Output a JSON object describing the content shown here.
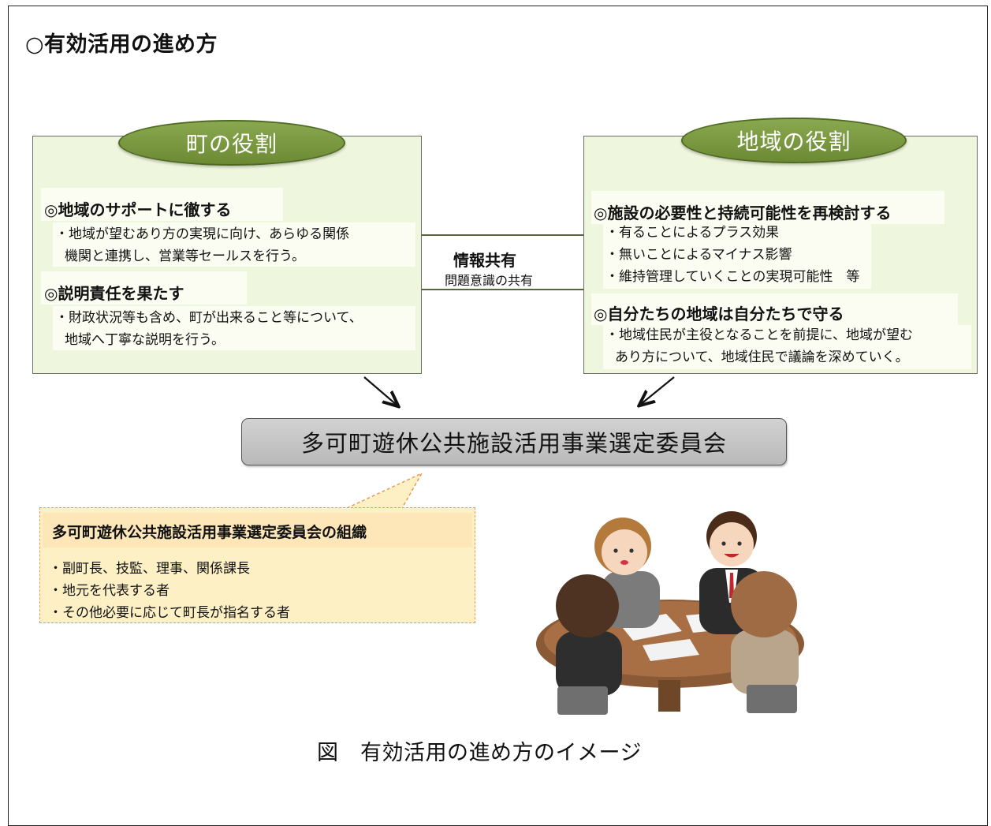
{
  "title": "○有効活用の進め方",
  "town": {
    "label": "町の役割",
    "sections": [
      {
        "heading": "◎地域のサポートに徹する",
        "lines": [
          "・地域が望むあり方の実現に向け、あらゆる関係",
          "機関と連携し、営業等セールスを行う。"
        ]
      },
      {
        "heading": "◎説明責任を果たす",
        "lines": [
          "・財政状況等も含め、町が出来ること等について、",
          "地域へ丁寧な説明を行う。"
        ]
      }
    ]
  },
  "region": {
    "label": "地域の役割",
    "sections": [
      {
        "heading": "◎施設の必要性と持続可能性を再検討する",
        "lines": [
          "・有ることによるプラス効果",
          "・無いことによるマイナス影響",
          "・維持管理していくことの実現可能性　等"
        ]
      },
      {
        "heading": "◎自分たちの地域は自分たちで守る",
        "lines": [
          "・地域住民が主役となることを前提に、地域が望む",
          "あり方について、地域住民で議論を深めていく。"
        ]
      }
    ]
  },
  "info_share": {
    "title": "情報共有",
    "subtitle": "問題意識の共有"
  },
  "committee": "多可町遊休公共施設活用事業選定委員会",
  "org": {
    "heading": "多可町遊休公共施設活用事業選定委員会の組織",
    "items": [
      "・副町長、技監、理事、関係課長",
      "・地元を代表する者",
      "・その他必要に応じて町長が指名する者"
    ]
  },
  "caption": "図　有効活用の進め方のイメージ",
  "illustration": {
    "name": "meeting-illustration"
  },
  "colors": {
    "box_fill": "#eef6dd",
    "oval_green": "#7a9840",
    "committee_gray": "#c4c4c4",
    "callout_fill": "#fdf0c4",
    "callout_border": "#e79c55"
  }
}
